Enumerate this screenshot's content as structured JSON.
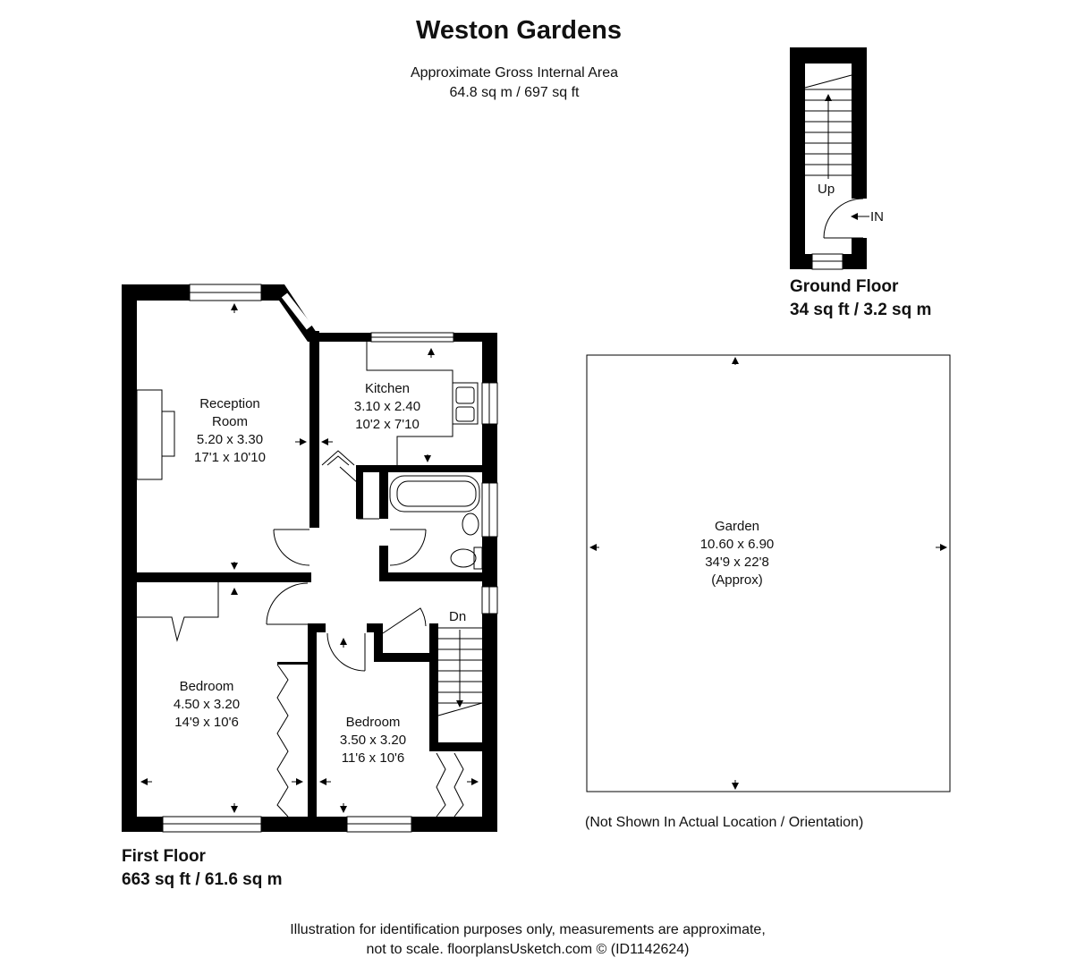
{
  "title": "Weston Gardens",
  "gross_area": {
    "label": "Approximate Gross Internal Area",
    "value": "64.8 sq m / 697 sq ft"
  },
  "ground_floor": {
    "name": "Ground Floor",
    "area": "34 sq ft / 3.2 sq m",
    "up_label": "Up",
    "entrance_label": "IN"
  },
  "first_floor": {
    "name": "First Floor",
    "area": "663 sq ft / 61.6 sq m",
    "down_label": "Dn",
    "rooms": [
      {
        "name": "Reception",
        "name2": "Room",
        "metric": "5.20 x 3.30",
        "imperial": "17'1 x 10'10"
      },
      {
        "name": "Kitchen",
        "metric": "3.10 x 2.40",
        "imperial": "10'2 x 7'10"
      },
      {
        "name": "Bedroom",
        "metric": "4.50 x 3.20",
        "imperial": "14'9 x 10'6"
      },
      {
        "name": "Bedroom",
        "metric": "3.50 x 3.20",
        "imperial": "11'6 x 10'6"
      }
    ]
  },
  "garden": {
    "name": "Garden",
    "metric": "10.60 x 6.90",
    "imperial": "34'9 x 22'8",
    "note": "(Approx)"
  },
  "location_note": "(Not Shown In Actual Location / Orientation)",
  "disclaimer": {
    "line1": "Illustration for identification purposes only, measurements are approximate,",
    "line2": "not to scale. floorplansUsketch.com © (ID1142624)"
  }
}
